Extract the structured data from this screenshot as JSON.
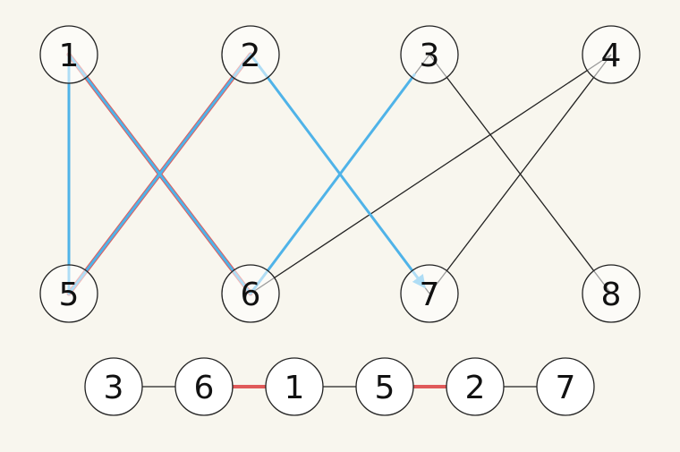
{
  "colors": {
    "background": "#f8f6ee",
    "node_fill": "#ffffff",
    "node_stroke": "#222222",
    "edge": "#222222",
    "matched": "#e05a5a",
    "path": "#4fb3e8"
  },
  "graph": {
    "top_nodes": [
      "1",
      "2",
      "3",
      "4"
    ],
    "bottom_nodes": [
      "5",
      "6",
      "7",
      "8"
    ],
    "edges": [
      [
        "1",
        "5"
      ],
      [
        "1",
        "6"
      ],
      [
        "2",
        "5"
      ],
      [
        "2",
        "7"
      ],
      [
        "3",
        "6"
      ],
      [
        "3",
        "8"
      ],
      [
        "4",
        "6"
      ],
      [
        "4",
        "7"
      ]
    ],
    "matched_edges": [
      [
        "1",
        "6"
      ],
      [
        "2",
        "5"
      ]
    ],
    "augmenting_path": [
      "3",
      "6",
      "1",
      "5",
      "2",
      "7"
    ]
  },
  "sequence": {
    "nodes": [
      "3",
      "6",
      "1",
      "5",
      "2",
      "7"
    ],
    "links": [
      "plain",
      "matched",
      "plain",
      "matched",
      "plain"
    ]
  }
}
